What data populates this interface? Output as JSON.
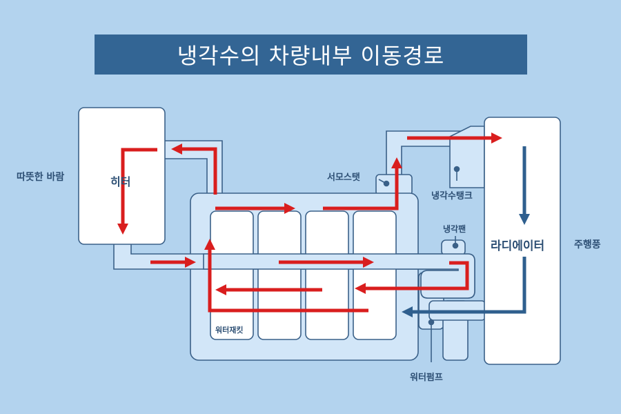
{
  "title": "냉각수의 차량내부 이동경로",
  "labels": {
    "warm_air": "따뜻한 바람",
    "heater": "히터",
    "thermostat": "서모스탯",
    "coolant_tank": "냉각수탱크",
    "cooling_fan": "냉각팬",
    "radiator": "라디에이터",
    "driving_wind": "주행풍",
    "water_jacket": "워터재킷",
    "water_pump": "워터펌프"
  },
  "colors": {
    "background": "#b3d3ee",
    "title_bar": "#336594",
    "box_fill": "#ffffff",
    "pipe_fill": "#d2e6f8",
    "outline": "#3a6088",
    "hot_arrow": "#d91e1e",
    "cold_arrow": "#2f5f8e",
    "label_text": "#2d4f74"
  }
}
